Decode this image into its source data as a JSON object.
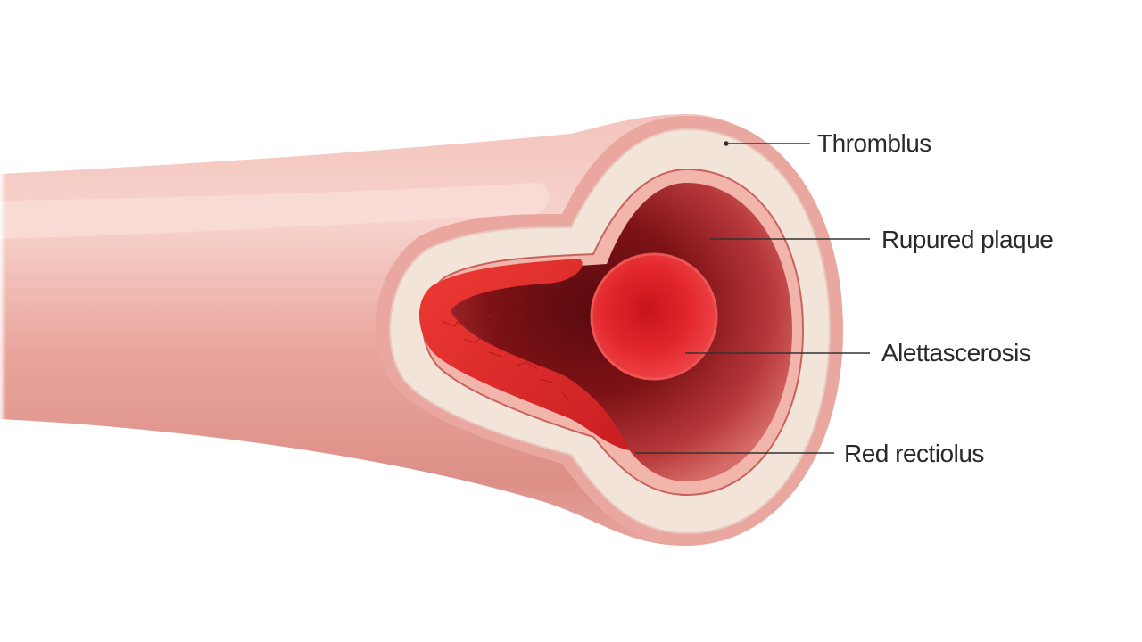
{
  "labels": [
    {
      "text": "Thromblus"
    },
    {
      "text": "Rupured plaque"
    },
    {
      "text": "Alettascerosis"
    },
    {
      "text": "Red rectiolus"
    }
  ],
  "colors": {
    "vessel_outer": "#e8a29a",
    "vessel_highlight": "#f6c9c2",
    "vessel_shadow": "#d27e76",
    "wall_layer": "#f2e2d8",
    "intima": "#f0b0a8",
    "lumen_dark": "#6e0e12",
    "lumen_mid": "#a41c22",
    "plaque_red": "#e02a2a",
    "red_cell": "#e8262a",
    "leader_line": "#333333",
    "label_text": "#2a2a2a"
  }
}
